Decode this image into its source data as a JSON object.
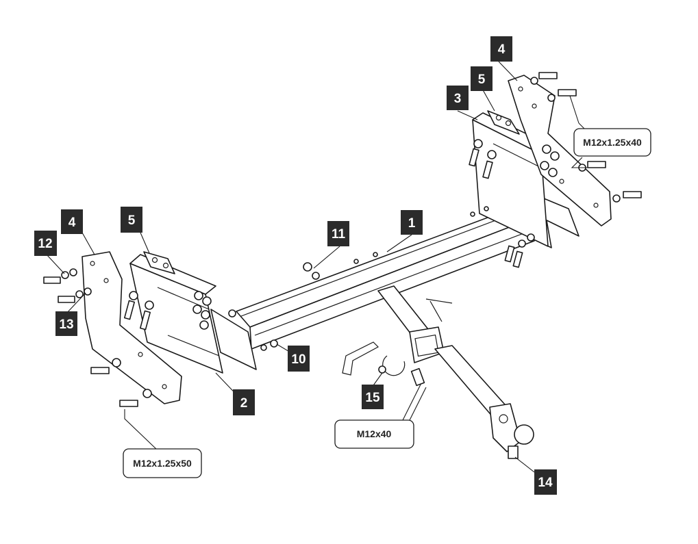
{
  "colors": {
    "tag_fill": "#2b2b2b",
    "tag_text": "#ffffff",
    "line": "#1a1a1a",
    "background": "#ffffff"
  },
  "part_labels": {
    "p1": "1",
    "p2": "2",
    "p3": "3",
    "p4_right": "4",
    "p4_left": "4",
    "p5_right": "5",
    "p5_left": "5",
    "p10": "10",
    "p11": "11",
    "p12": "12",
    "p13": "13",
    "p14": "14",
    "p15": "15"
  },
  "callouts": {
    "bolt_right": "M12x1.25x40",
    "bolt_left": "M12x1.25x50",
    "bolt_center": "M12x40"
  }
}
